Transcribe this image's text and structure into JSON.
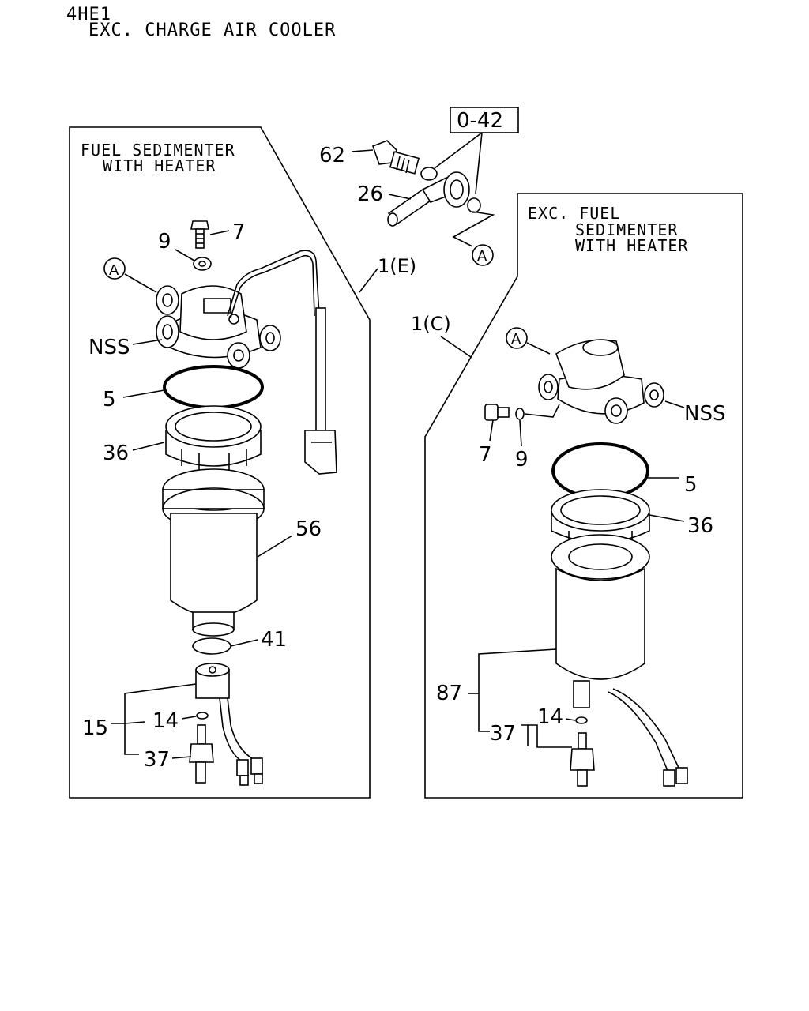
{
  "header": {
    "model": "4HE1",
    "variant": "EXC. CHARGE AIR COOLER"
  },
  "panel_left": {
    "title_line1": "FUEL SEDIMENTER",
    "title_line2": "WITH HEATER",
    "assembly_label": "1(E)"
  },
  "panel_right": {
    "title_line1": "EXC. FUEL",
    "title_line2": "SEDIMENTER",
    "title_line3": "WITH HEATER",
    "assembly_label": "1(C)"
  },
  "top_parts": {
    "ref_box": "0-42",
    "bolt": "62",
    "pipe": "26",
    "circle_ref": "A"
  },
  "left_callouts": {
    "bolt": "7",
    "washer": "9",
    "circle_ref": "A",
    "nss": "NSS",
    "o_ring": "5",
    "ring_nut": "36",
    "element": "56",
    "o_ring_small": "41",
    "sensor_assy": "15",
    "small_ring": "14",
    "drain_plug": "37"
  },
  "right_callouts": {
    "circle_ref": "A",
    "nss": "NSS",
    "bolt": "7",
    "washer": "9",
    "o_ring": "5",
    "ring_nut": "36",
    "element": "87",
    "small_ring": "14",
    "drain_plug": "37"
  }
}
